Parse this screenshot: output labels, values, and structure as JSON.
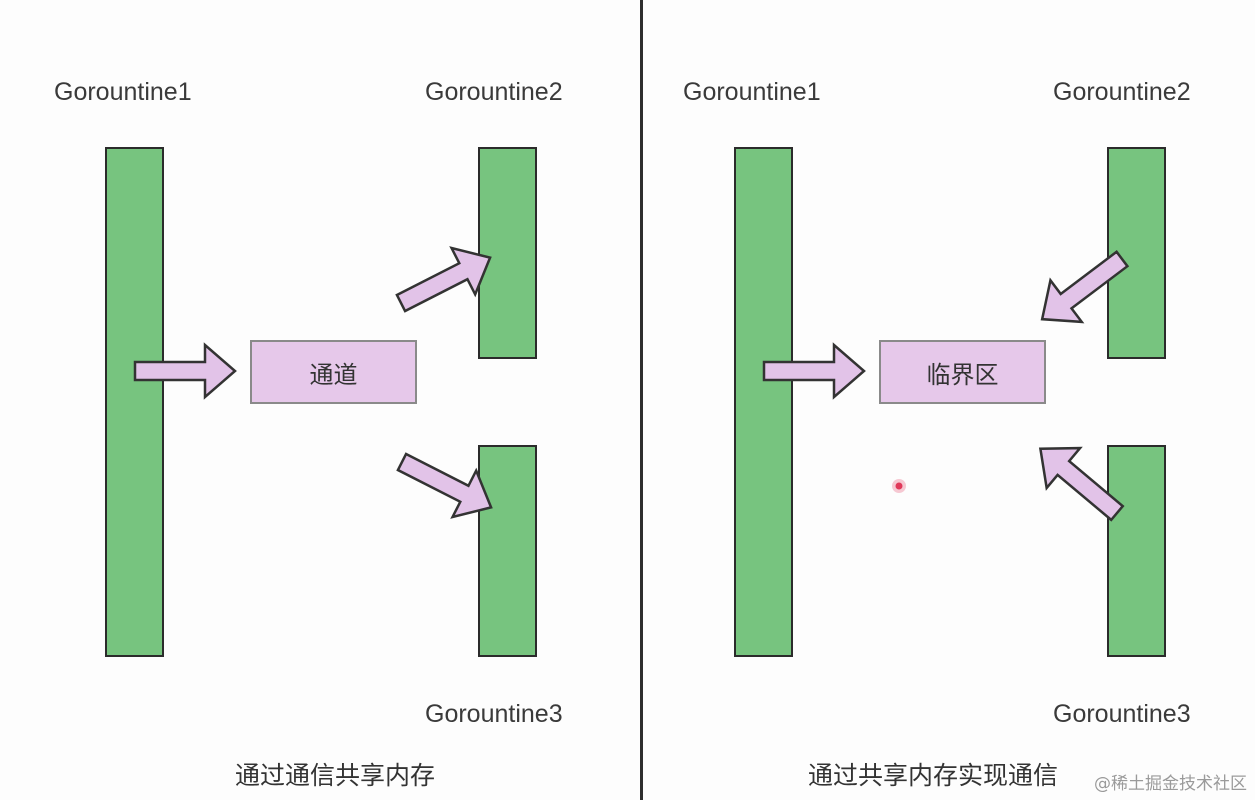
{
  "left_panel": {
    "g1_label": "Gorountine1",
    "g2_label": "Gorountine2",
    "g3_label": "Gorountine3",
    "box_label": "通道",
    "caption": "通过通信共享内存"
  },
  "right_panel": {
    "g1_label": "Gorountine1",
    "g2_label": "Gorountine2",
    "g3_label": "Gorountine3",
    "box_label": "临界区",
    "caption": "通过共享内存实现通信"
  },
  "watermark": "@稀土掘金技术社区",
  "colors": {
    "goroutine_bar": "#77c47f",
    "box_fill": "#e6c8ea",
    "arrow_fill": "#e2c3e8",
    "divider": "#2e2e2e",
    "cursor_dot": "#e0395a"
  }
}
